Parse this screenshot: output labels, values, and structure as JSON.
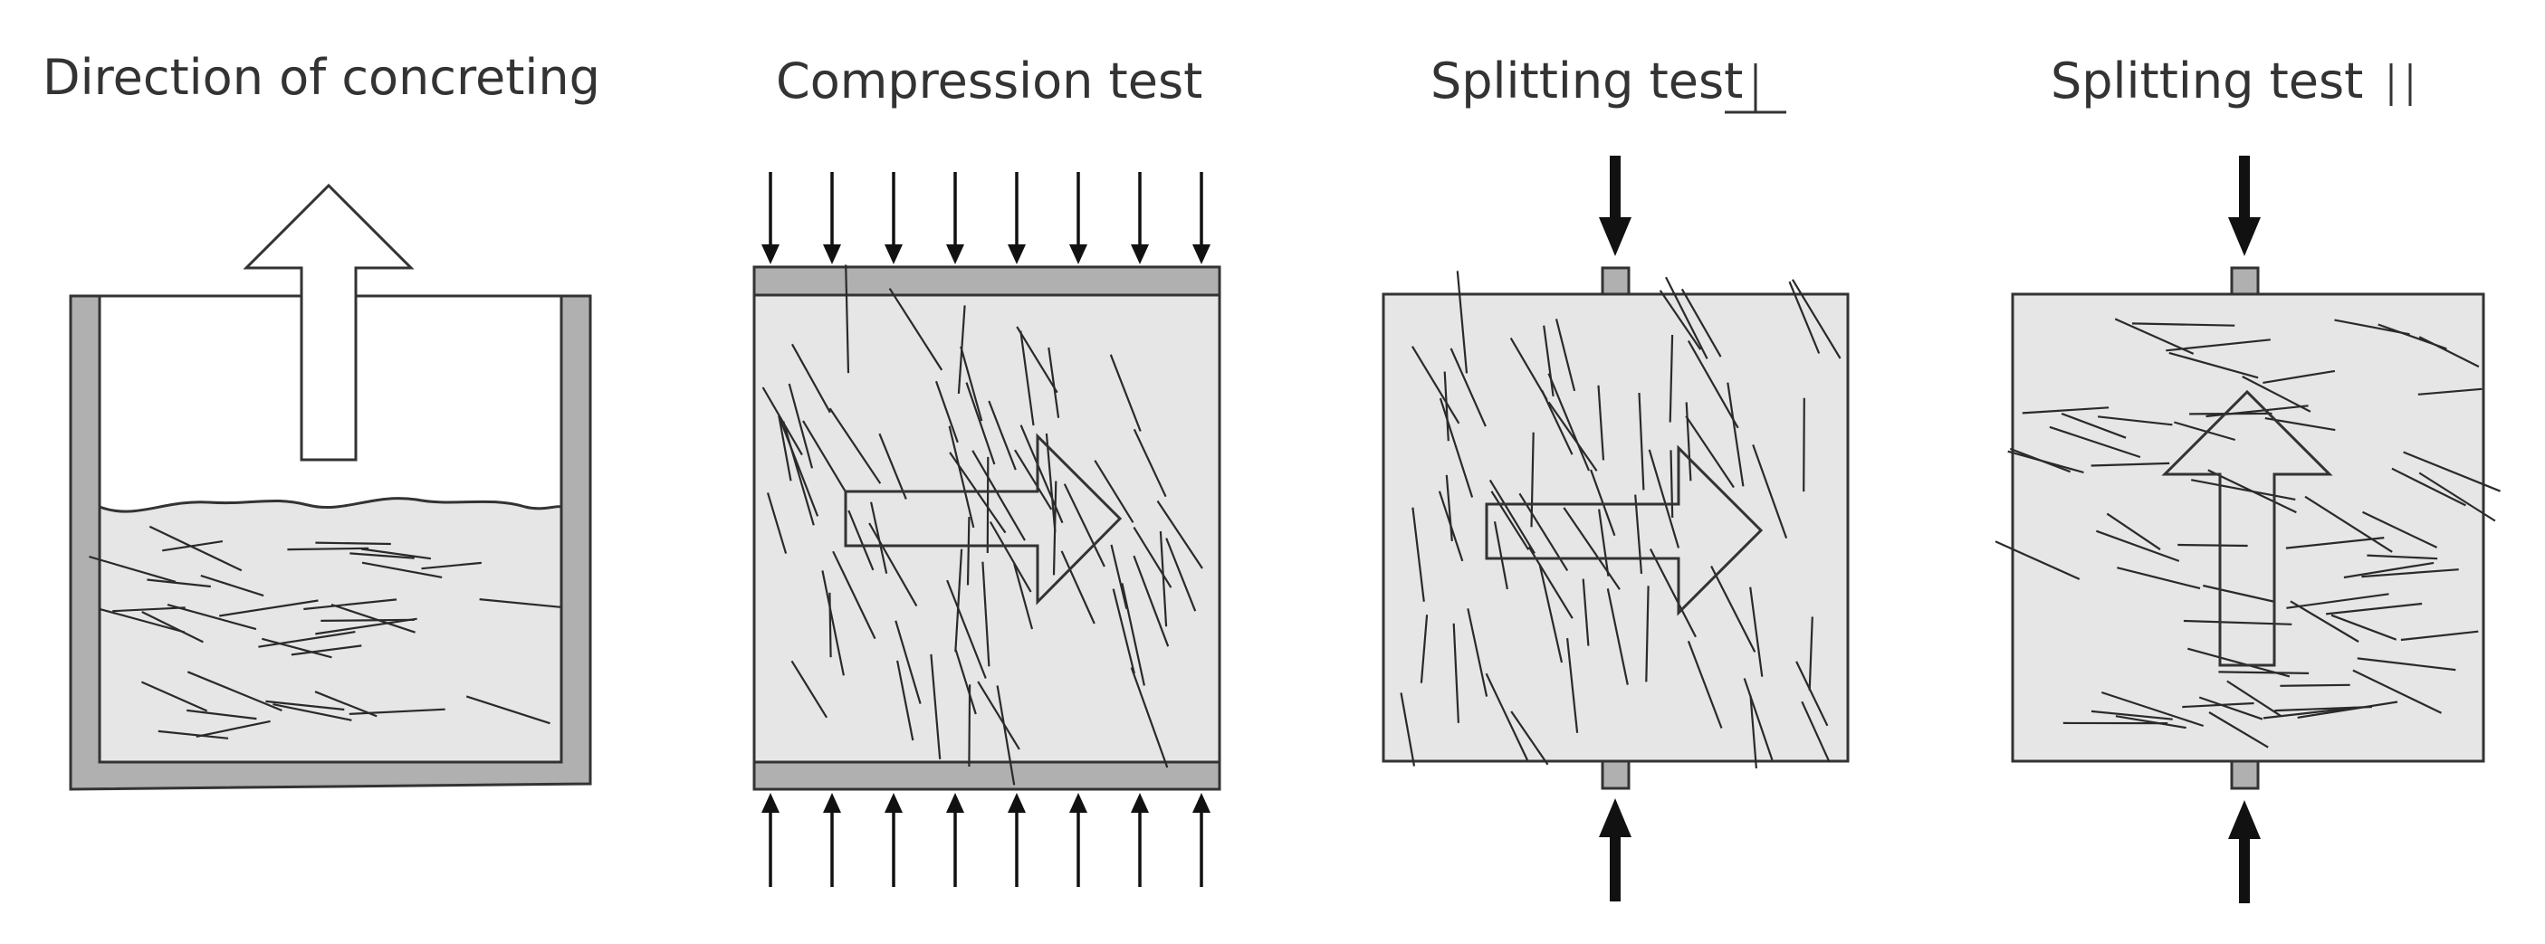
{
  "panels": [
    {
      "id": "concreting",
      "title": "Direction of concreting"
    },
    {
      "id": "compression",
      "title": "Compression test"
    },
    {
      "id": "split-perp",
      "title": "Splitting test"
    },
    {
      "id": "split-par",
      "title": "Splitting test"
    }
  ],
  "colors": {
    "specimen_fill": "#e6e6e6",
    "plate_fill": "#b0b0b0",
    "outline": "#333333"
  },
  "icons": {
    "perpendicular": "perpendicular-symbol-icon",
    "parallel": "parallel-symbol-icon"
  }
}
